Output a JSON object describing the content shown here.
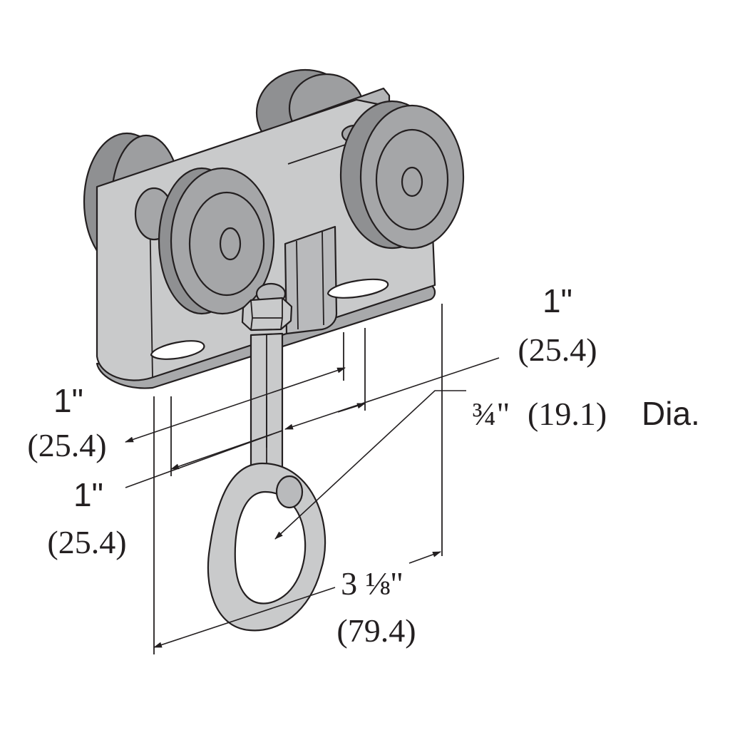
{
  "colors": {
    "outline": "#231f20",
    "plate": "#c9cacb",
    "plate_shade": "#b3b4b6",
    "wheel": "#8f9092",
    "wheel_face": "#a5a6a8",
    "background": "#ffffff"
  },
  "dimensions": {
    "top_right": {
      "imperial": "1\"",
      "metric": "(25.4)"
    },
    "left_upper": {
      "imperial": "1\"",
      "metric": "(25.4)"
    },
    "left_lower": {
      "imperial": "1\"",
      "metric": "(25.4)"
    },
    "diameter": {
      "imperial": "¾\"",
      "metric": "(19.1)",
      "suffix": "Dia."
    },
    "width": {
      "imperial": "3 ⅛\"",
      "metric": "(79.4)"
    }
  }
}
